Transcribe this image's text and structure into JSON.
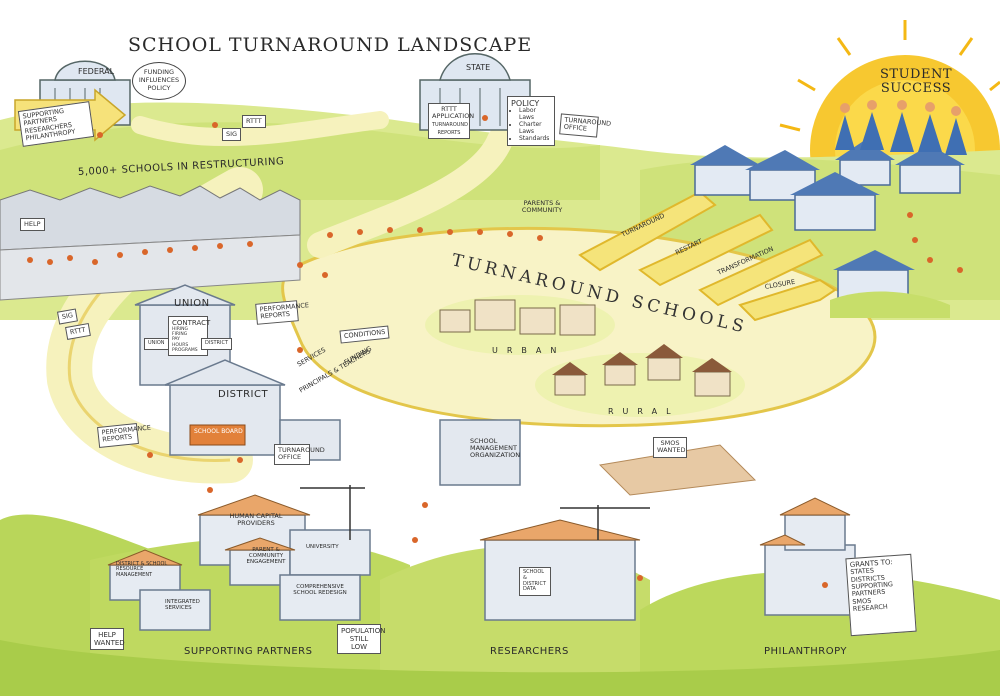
{
  "title": "SCHOOL TURNAROUND LANDSCAPE",
  "federal": {
    "label": "FEDERAL",
    "bubble": "FUNDING INFLUENCES POLICY",
    "arrow_sign": "SUPPORTING PARTNERS",
    "arrow_sign2": "RESEARCHERS",
    "arrow_sign3": "PHILANTHROPY"
  },
  "state": {
    "label": "STATE",
    "rttt_sign": "RTTT APPLICATION",
    "rttt_sub": "TURNAROUND REPORTS",
    "policy_title": "POLICY",
    "policy_items": [
      "Labor Laws",
      "Charter Laws",
      "Standards"
    ],
    "office_sign": "TURNAROUND OFFICE"
  },
  "signs": {
    "rttt_top": "RTTT",
    "sig_top": "SIG",
    "help": "HELP",
    "sig_left": "SIG",
    "rttt_left": "RTTT",
    "performance_reports_top": "PERFORMANCE REPORTS",
    "performance_reports_left": "PERFORMANCE REPORTS",
    "conditions": "CONDITIONS",
    "funding": "FUNDING",
    "services": "SERVICES",
    "principals_teachers": "PRINCIPALS & TEACHERS",
    "turnaround_office": "TURNAROUND OFFICE",
    "smos_wanted": "SMOs WANTED",
    "help_wanted": "HELP WANTED",
    "population_still_low": "POPULATION STILL LOW"
  },
  "restructuring": "5,000+ SCHOOLS IN RESTRUCTURING",
  "parents_community": "PARENTS & COMMUNITY",
  "turnaround_schools": "TURNAROUND SCHOOLS",
  "urban": "URBAN",
  "rural": "RURAL",
  "paths": [
    "TURNAROUND",
    "RESTART",
    "TRANSFORMATION",
    "CLOSURE"
  ],
  "student_success": [
    "STUDENT",
    "SUCCESS"
  ],
  "union": {
    "label": "UNION",
    "contract": "CONTRACT",
    "contract_items": [
      "HIRING",
      "FIRING",
      "PAY",
      "HOURS",
      "PROGRAMS"
    ],
    "union_sign": "UNION",
    "district_sign": "DISTRICT"
  },
  "district": {
    "label": "DISTRICT",
    "board": "SCHOOL BOARD"
  },
  "smo": "SCHOOL MANAGEMENT ORGANIZATION",
  "partners": {
    "human_capital": "HUMAN CAPITAL PROVIDERS",
    "parent_community": "PARENT & COMMUNITY ENGAGEMENT",
    "university": "UNIVERSITY",
    "district_resource": "DISTRICT & SCHOOL RESOURCE MANAGEMENT",
    "integrated": "INTEGRATED SERVICES",
    "redesign": "COMPREHENSIVE SCHOOL REDESIGN"
  },
  "research_sign": "SCHOOL & DISTRICT DATA",
  "grants": {
    "title": "GRANTS TO:",
    "items": [
      "STATES",
      "DISTRICTS",
      "SUPPORTING PARTNERS",
      "SMOS",
      "RESEARCH"
    ]
  },
  "bottom_labels": [
    "SUPPORTING PARTNERS",
    "RESEARCHERS",
    "PHILANTHROPY"
  ],
  "colors": {
    "hill": "#c6dc6a",
    "hill_dark": "#9cc23e",
    "road": "#f6f2bd",
    "road_edge": "#e2bf3a",
    "sun": "#f6c21a",
    "building": "#dfe7f1",
    "roof": "#4f79b5",
    "roof_warm": "#e9a66a",
    "robe": "#3f6fb3",
    "people": "#d9662a"
  }
}
